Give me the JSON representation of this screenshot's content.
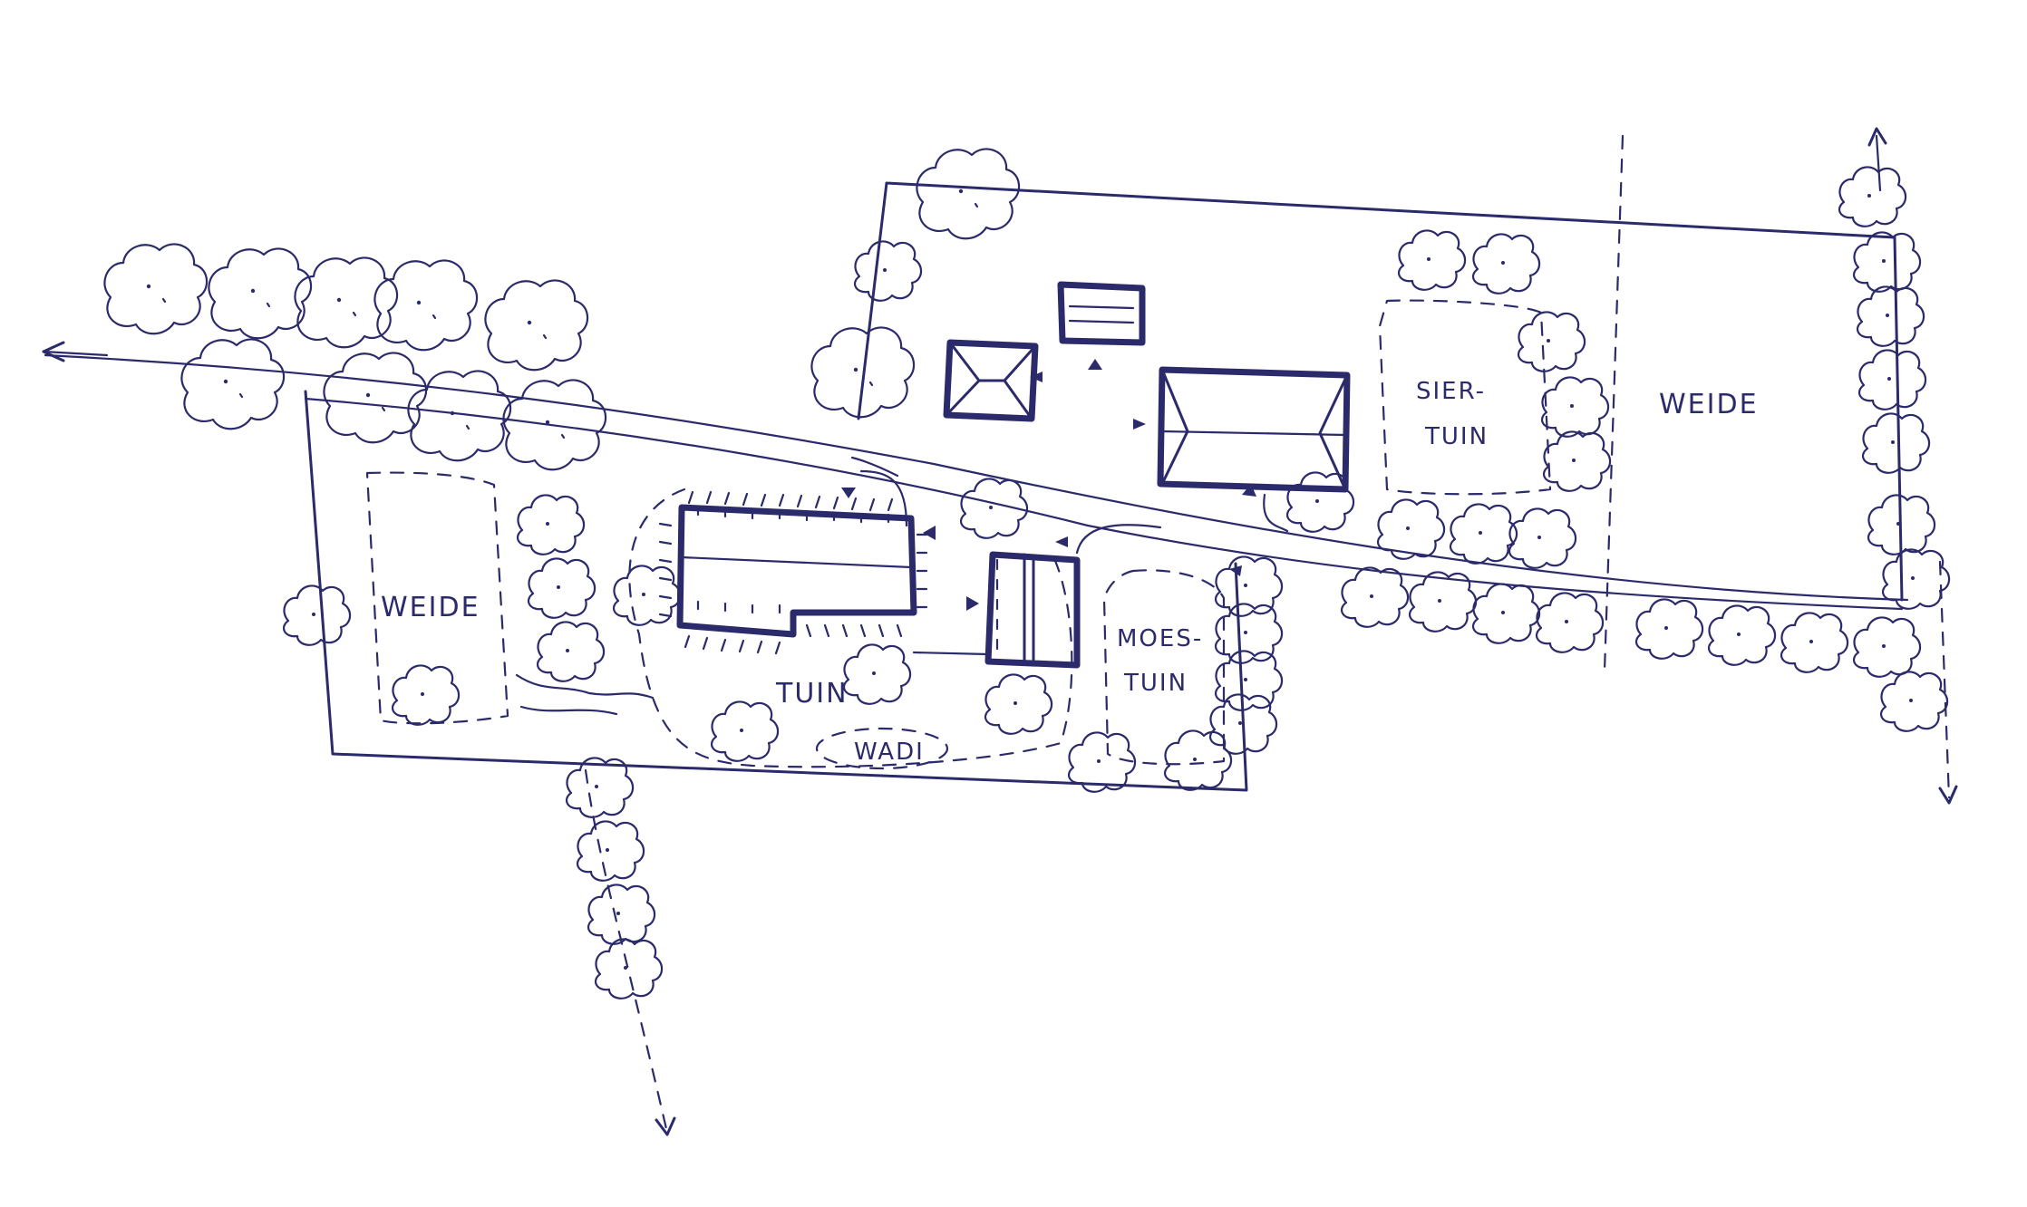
{
  "labels": {
    "weide_left": "WEIDE",
    "tuin": "TUIN",
    "wadi": "WADI",
    "moestuin_line1": "MOES-",
    "moestuin_line2": "TUIN",
    "siertuin_line1": "SIER-",
    "siertuin_line2": "TUIN",
    "weide_right": "WEIDE"
  },
  "colors": {
    "ink": "#2b2a6b",
    "paper": "#ffffff"
  },
  "icons": {
    "tree": "tree-icon",
    "entrance": "entrance-arrow-icon"
  }
}
